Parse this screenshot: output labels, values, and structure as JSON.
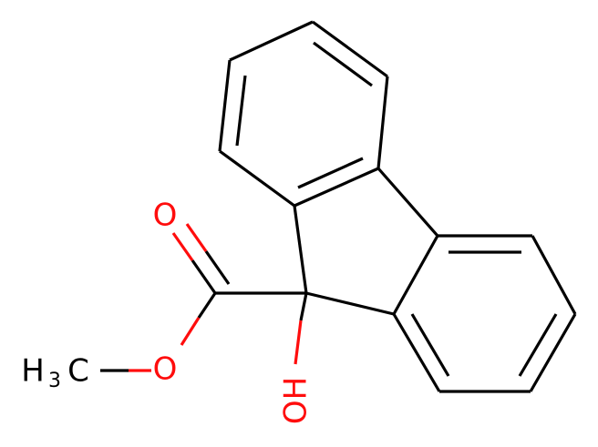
{
  "molecule": {
    "colors": {
      "carbon": "#000000",
      "oxygen": "#ff0d0d",
      "background": "#ffffff"
    },
    "atoms": {
      "carbonyl_oxygen": "O",
      "ester_oxygen": "O",
      "hydroxyl": "OH",
      "methyl_h": "H",
      "methyl_sub": "3",
      "methyl_c": "C"
    }
  }
}
